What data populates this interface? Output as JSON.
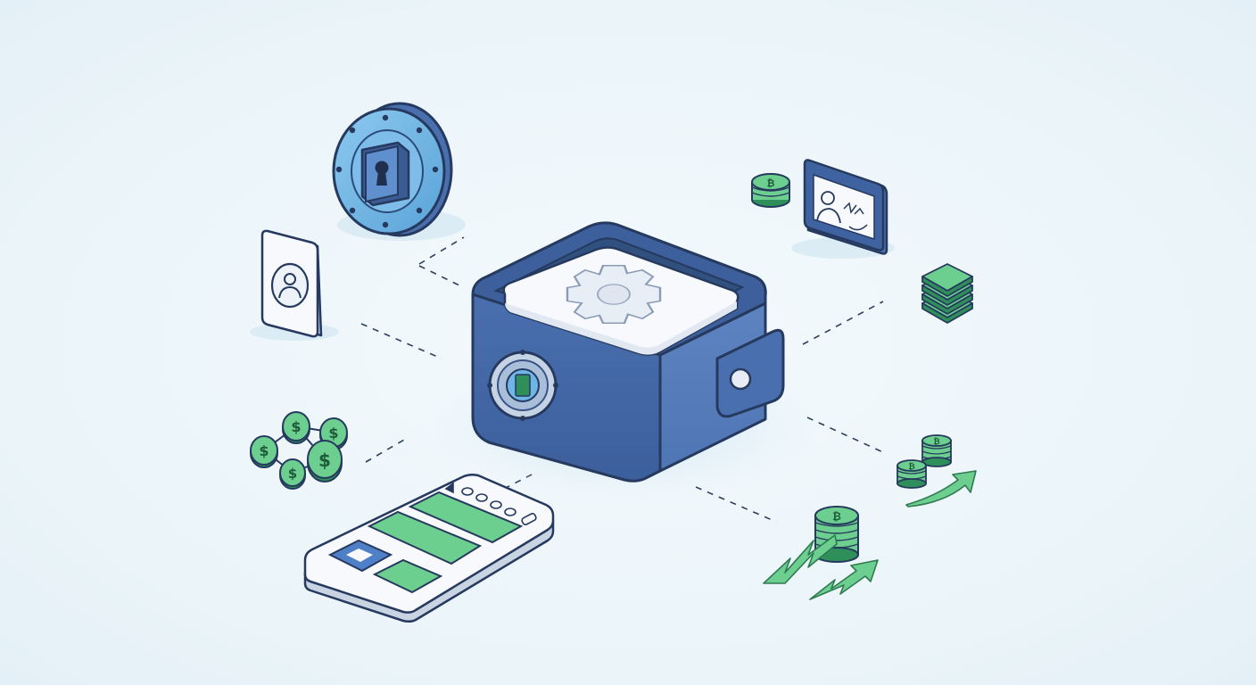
{
  "title": "",
  "colors": {
    "background": "#eef6fa",
    "navy": "#3f63a0",
    "navy_dark": "#2a4472",
    "outline": "#2b3f63",
    "light_blue": "#6fb6e6",
    "green": "#6ccf8f",
    "green_dark": "#2f8f5a",
    "white": "#f7f9fc"
  },
  "diagram": {
    "hub": {
      "name": "wallet",
      "icon": "gear-icon"
    },
    "nodes": [
      {
        "name": "vault-lock",
        "icon": "keyhole-icon"
      },
      {
        "name": "identity-card",
        "icon": "user-icon"
      },
      {
        "name": "coin-network",
        "icon": "dollar-coin-icon"
      },
      {
        "name": "mobile-dashboard",
        "icon": "dashboard-icon"
      },
      {
        "name": "profile-frame",
        "icon": "user-icon"
      },
      {
        "name": "cash-stack",
        "icon": "banknote-stack-icon"
      },
      {
        "name": "coin-growth",
        "icon": "arrow-up-icon"
      },
      {
        "name": "coin-stack-growth",
        "icon": "arrow-up-icon"
      }
    ]
  }
}
